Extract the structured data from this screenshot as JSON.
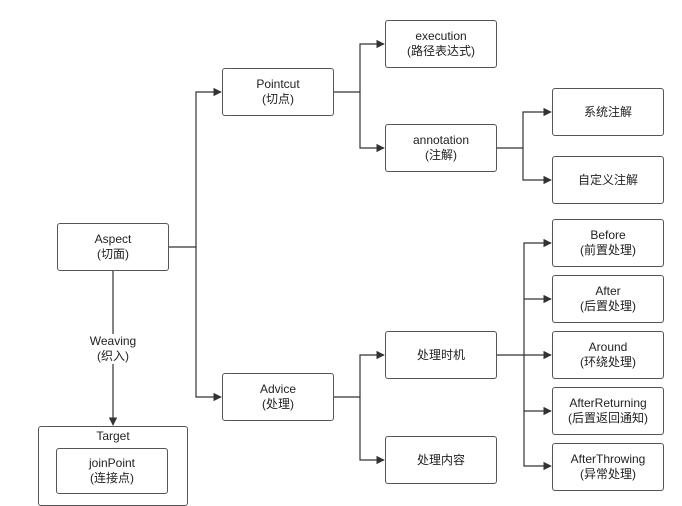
{
  "nodes": {
    "aspect": {
      "line1": "Aspect",
      "line2": "(切面)"
    },
    "pointcut": {
      "line1": "Pointcut",
      "line2": "(切点)"
    },
    "advice": {
      "line1": "Advice",
      "line2": "(处理)"
    },
    "execution": {
      "line1": "execution",
      "line2": "(路径表达式)"
    },
    "annotation": {
      "line1": "annotation",
      "line2": "(注解)"
    },
    "system_annotation": {
      "line1": "系统注解"
    },
    "custom_annotation": {
      "line1": "自定义注解"
    },
    "timing": {
      "line1": "处理时机"
    },
    "content": {
      "line1": "处理内容"
    },
    "before": {
      "line1": "Before",
      "line2": "(前置处理)"
    },
    "after": {
      "line1": "After",
      "line2": "(后置处理)"
    },
    "around": {
      "line1": "Around",
      "line2": "(环绕处理)"
    },
    "after_returning": {
      "line1": "AfterReturning",
      "line2": "(后置返回通知)"
    },
    "after_throwing": {
      "line1": "AfterThrowing",
      "line2": "(异常处理)"
    }
  },
  "edge_labels": {
    "weaving": {
      "line1": "Weaving",
      "line2": "(织入)"
    }
  },
  "target": {
    "title": "Target",
    "join_point": {
      "line1": "joinPoint",
      "line2": "(连接点)"
    }
  },
  "colors": {
    "line": "#333333",
    "border": "#555555",
    "background": "#ffffff"
  }
}
